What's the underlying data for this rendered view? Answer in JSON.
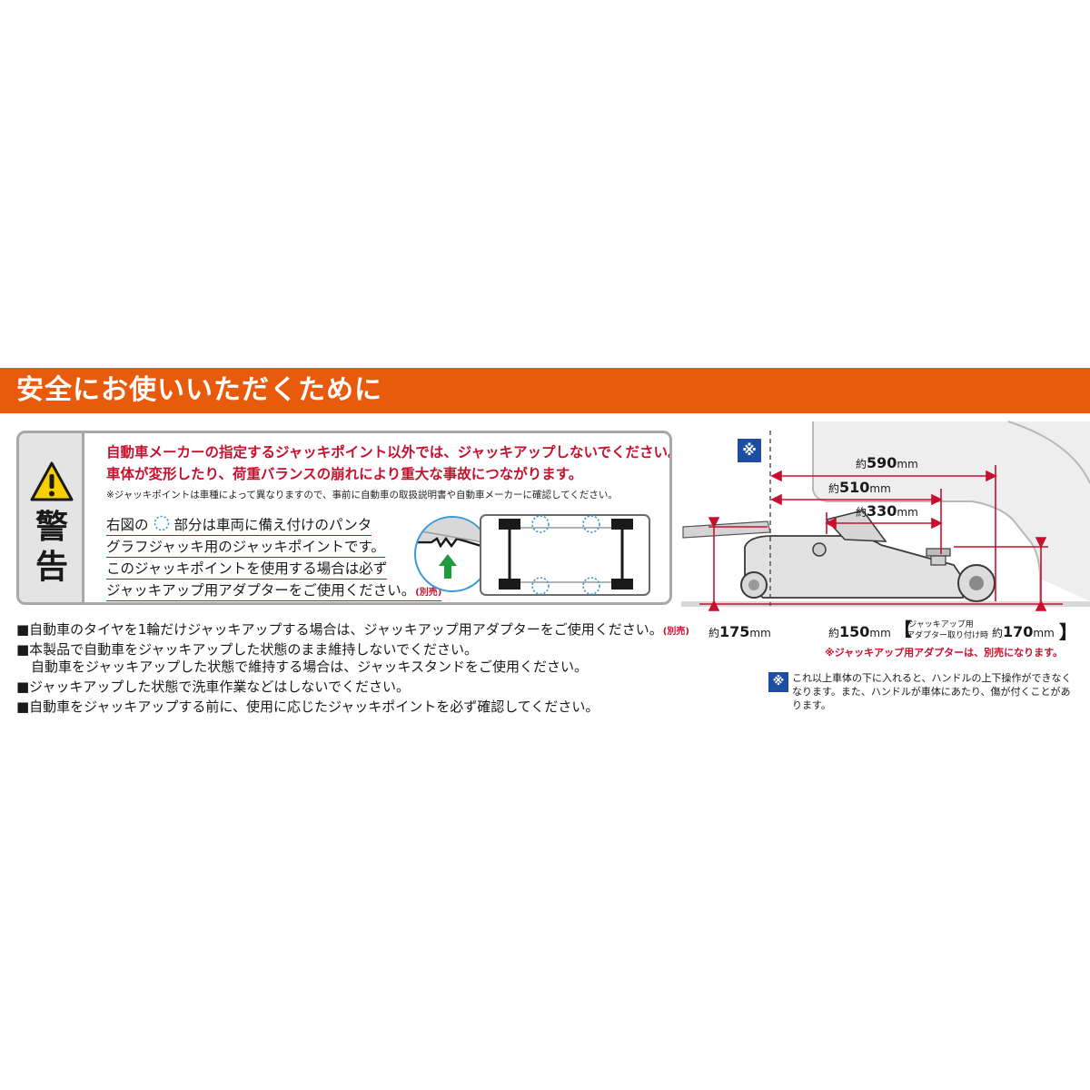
{
  "header": {
    "title": "安全にお使いいただくために"
  },
  "warning": {
    "label_1": "警",
    "label_2": "告",
    "red_line_1": "自動車メーカーの指定するジャッキポイント以外では、ジャッキアップしないでください。",
    "red_line_2": "車体が変形したり、荷重バランスの崩れにより重大な事故につながります。",
    "note": "※ジャッキポイントは車種によって異なりますので、事前に自動車の取扱説明書や自動車メーカーに確認してください。",
    "body_1a": "右図の",
    "body_1b": "部分は車両に備え付けのパンタ",
    "body_2": "グラフジャッキ用のジャッキポイントです。",
    "body_3": "このジャッキポイントを使用する場合は必ず",
    "body_4": "ジャッキアップ用アダプターをご使用ください。",
    "body_4_badge": "(別売)"
  },
  "bullets": {
    "b1": "■自動車のタイヤを1輪だけジャッキアップする場合は、ジャッキアップ用アダプターをご使用ください。",
    "b1_badge": "(別売)",
    "b2": "■本製品で自動車をジャッキアップした状態のまま維持しないでください。",
    "b2_cont": "自動車をジャッキアップした状態で維持する場合は、ジャッキスタンドをご使用ください。",
    "b3": "■ジャッキアップした状態で洗車作業などはしないでください。",
    "b4": "■自動車をジャッキアップする前に、使用に応じたジャッキポイントを必ず確認してください。"
  },
  "diagram": {
    "kome": "※",
    "prefix": "約",
    "unit": "mm",
    "dim_590": "590",
    "dim_510": "510",
    "dim_330": "330",
    "dim_175": "175",
    "dim_150": "150",
    "dim_170": "170",
    "adapter_label_1": "ジャッキアップ用",
    "adapter_label_2": "アダプター取り付け時",
    "red_note": "※ジャッキアップ用アダプターは、別売になります。",
    "side_note": "これ以上車体の下に入れると、ハンドルの上下操作ができなくなります。また、ハンドルが車体にあたり、傷が付くことがあります。"
  },
  "colors": {
    "accent": "#e85a0c",
    "warning_red": "#c8102e",
    "kome_blue": "#1e4ea1",
    "arrow_green": "#1f9a3c"
  }
}
